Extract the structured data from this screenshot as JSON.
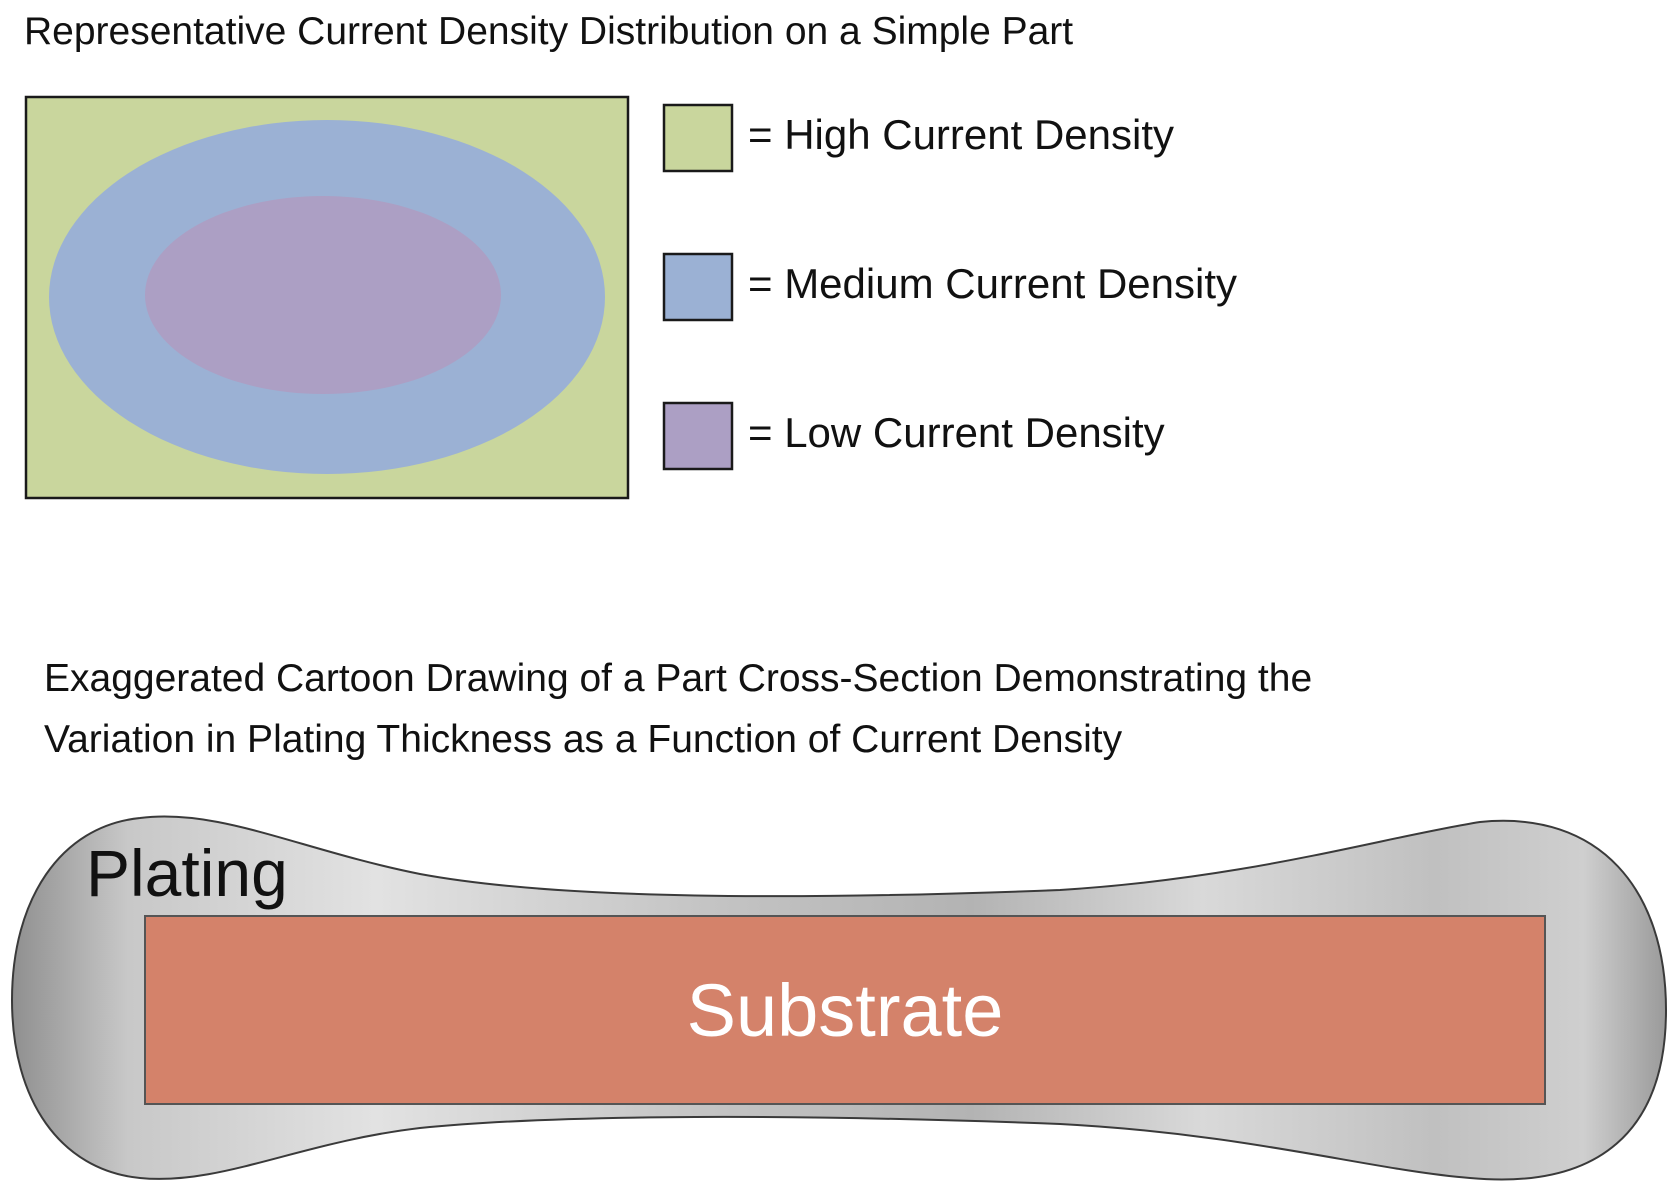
{
  "top_title": "Representative Current Density Distribution on a Simple Part",
  "colors": {
    "high": "#c9d69d",
    "medium": "#9bb1d4",
    "low": "#ac9fc4",
    "substrate": "#d4826a",
    "plating_light": "#e0e0e0",
    "plating_dark": "#8f8f8f",
    "outline": "#1a1a1a"
  },
  "legend": [
    {
      "label": "= High Current Density",
      "color_key": "high"
    },
    {
      "label": "= Medium Current Density",
      "color_key": "medium"
    },
    {
      "label": "= Low Current Density",
      "color_key": "low"
    }
  ],
  "bottom_title": {
    "line1": "Exaggerated Cartoon Drawing of a Part Cross-Section Demonstrating the",
    "line2": "Variation in Plating Thickness as a Function of Current Density"
  },
  "cross_section": {
    "plating_label": "Plating",
    "substrate_label": "Substrate"
  }
}
